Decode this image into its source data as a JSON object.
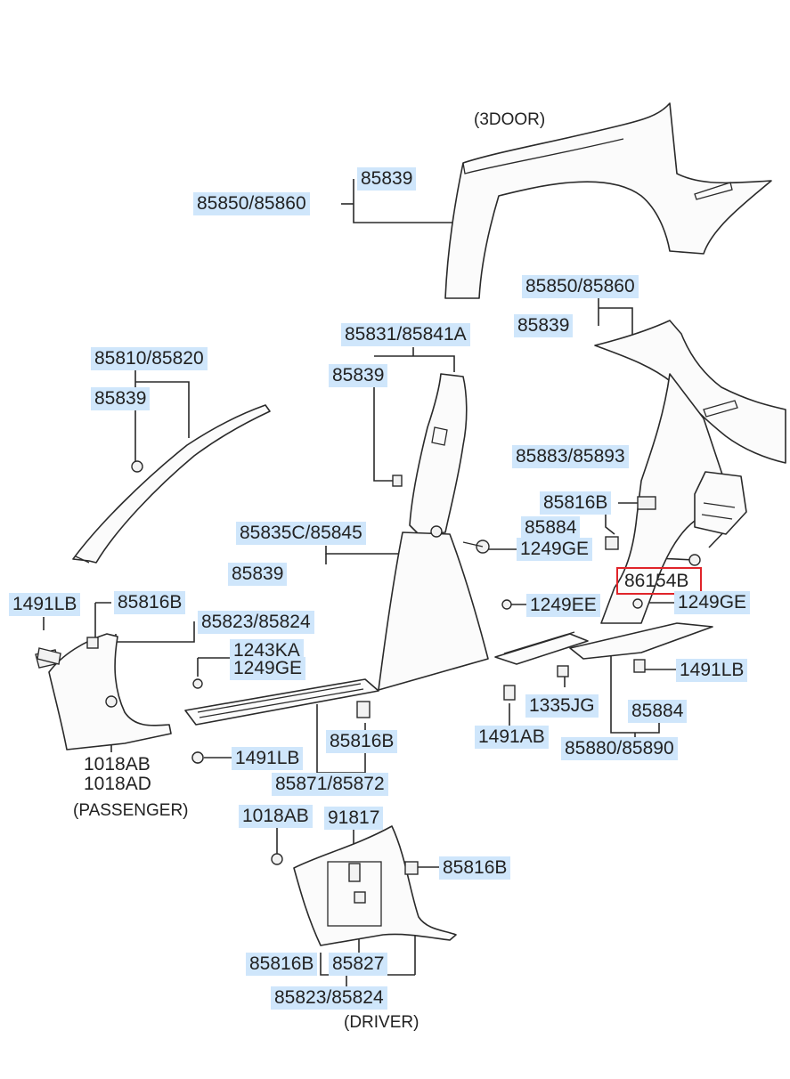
{
  "notes": {
    "three_door": "(3DOOR)",
    "passenger": "(PASSENGER)",
    "driver": "(DRIVER)"
  },
  "labels": {
    "top_85839": "85839",
    "top_pair": "85850/85860",
    "rq_pair": "85850/85860",
    "rq_85839": "85839",
    "a_pair": "85810/85820",
    "a_85839": "85839",
    "b_pair": "85831/85841A",
    "b_85839": "85839",
    "s_pair": "85883/85893",
    "clip_85816b_r": "85816B",
    "s_85884": "85884",
    "s_1249ge": "1249GE",
    "hl_86154b": "86154B",
    "c_pair": "85835C/85845",
    "c_85839": "85839",
    "p_1491lb": "1491LB",
    "p_85816b": "85816B",
    "p_pair": "85823/85824",
    "p_1243ka": "1243KA",
    "p_1249ge": "1249GE",
    "r_1249ee": "1249EE",
    "r_1249ge": "1249GE",
    "r_1491lb": "1491LB",
    "r_1335jg": "1335JG",
    "r_85884": "85884",
    "r_1491ab": "1491AB",
    "r_pair": "85880/85890",
    "sc_85816b": "85816B",
    "sc_1491lb": "1491LB",
    "sc_pair": "85871/85872",
    "p_1018ab": "1018AB",
    "p_1018ad": "1018AD",
    "d_1018ab": "1018AB",
    "d_91817": "91817",
    "d_85816b": "85816B",
    "d_85816b_2": "85816B",
    "d_85827": "85827",
    "d_pair": "85823/85824"
  },
  "colors": {
    "label_bg": "#cfe6fb",
    "highlight": "#e0242a",
    "line": "#2a2a2a"
  }
}
